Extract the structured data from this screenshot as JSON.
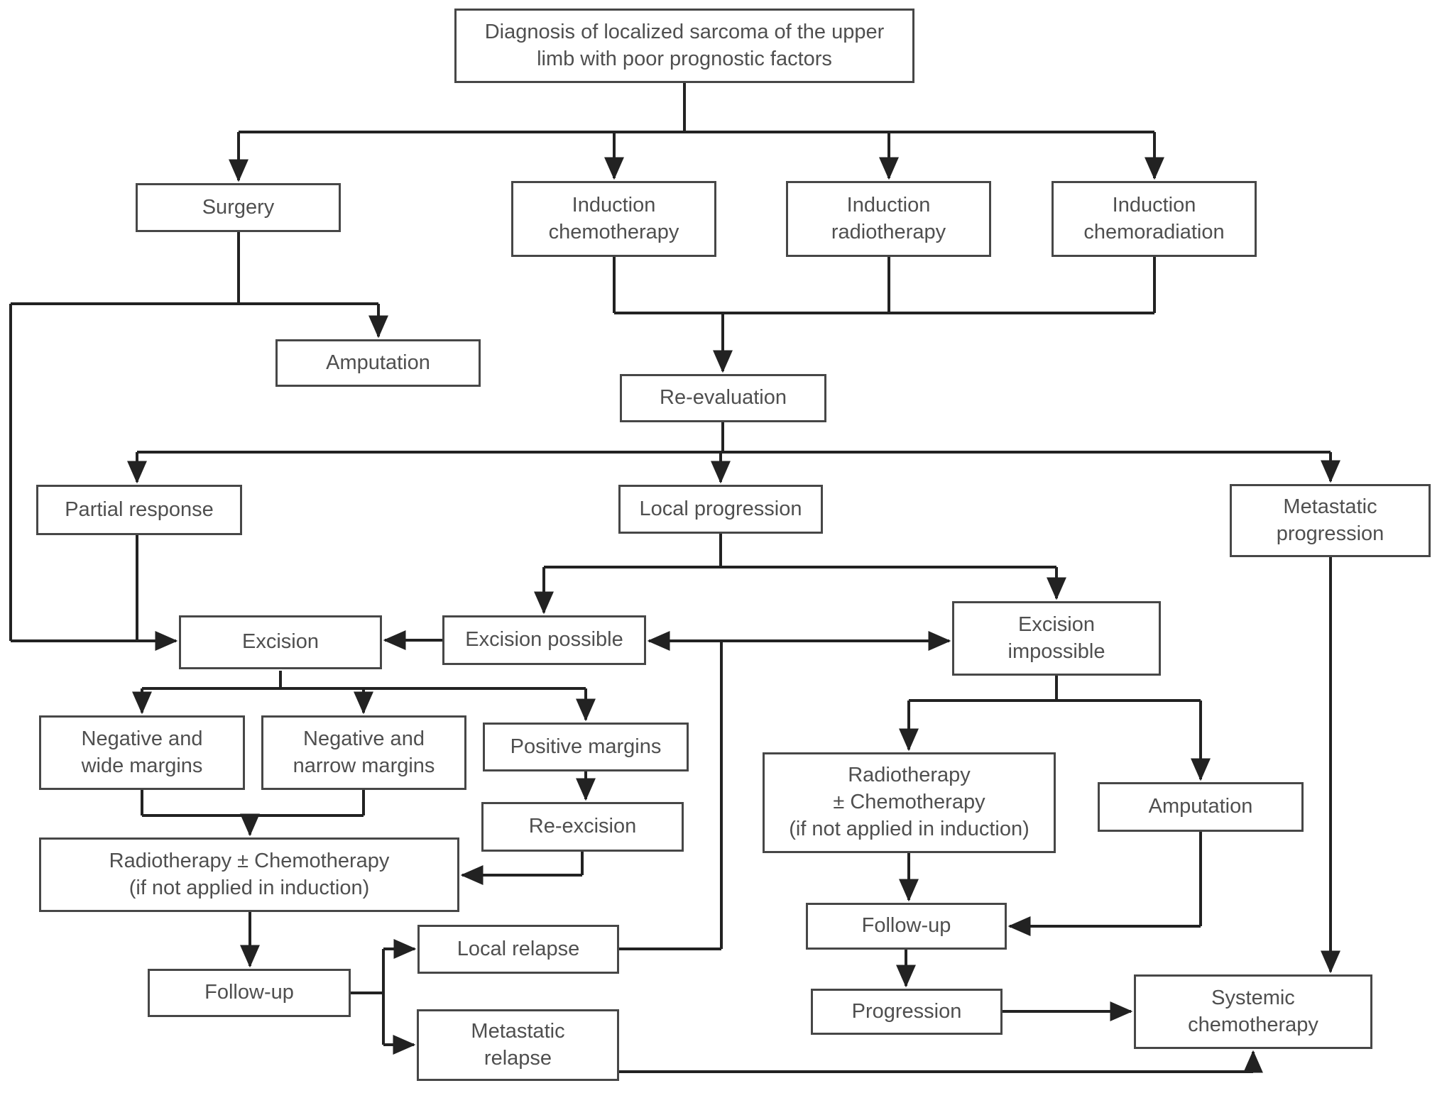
{
  "colors": {
    "line": "#222222",
    "box_border": "#474747",
    "text": "#4f4f4f",
    "bg": "#ffffff"
  },
  "nodes": {
    "diagnosis": {
      "label": [
        "Diagnosis of localized sarcoma of the upper",
        "limb with poor prognostic factors"
      ]
    },
    "surgery": {
      "label": "Surgery"
    },
    "induction_chemotherapy": {
      "label": [
        "Induction",
        "chemotherapy"
      ]
    },
    "induction_radiotherapy": {
      "label": [
        "Induction",
        "radiotherapy"
      ]
    },
    "induction_chemoradiation": {
      "label": [
        "Induction",
        "chemoradiation"
      ]
    },
    "amputation_primary": {
      "label": "Amputation"
    },
    "re_evaluation": {
      "label": "Re-evaluation"
    },
    "partial_response": {
      "label": "Partial response"
    },
    "local_progression": {
      "label": "Local progression"
    },
    "metastatic_progression": {
      "label": [
        "Metastatic",
        "progression"
      ]
    },
    "excision": {
      "label": "Excision"
    },
    "excision_possible": {
      "label": "Excision possible"
    },
    "excision_impossible": {
      "label": [
        "Excision",
        "impossible"
      ]
    },
    "negative_wide_margins": {
      "label": [
        "Negative and",
        "wide margins"
      ]
    },
    "negative_narrow_margins": {
      "label": [
        "Negative and",
        "narrow margins"
      ]
    },
    "positive_margins": {
      "label": "Positive margins"
    },
    "re_excision": {
      "label": "Re-excision"
    },
    "radiotherapy_chemotherapy_left": {
      "label": [
        "Radiotherapy ± Chemotherapy",
        "(if not applied in induction)"
      ]
    },
    "follow_up_left": {
      "label": "Follow-up"
    },
    "local_relapse": {
      "label": "Local relapse"
    },
    "metastatic_relapse": {
      "label": [
        "Metastatic",
        "relapse"
      ]
    },
    "radiotherapy_chemotherapy_right": {
      "label": [
        "Radiotherapy",
        "± Chemotherapy",
        "(if not applied in induction)"
      ]
    },
    "amputation_secondary": {
      "label": "Amputation"
    },
    "follow_up_right": {
      "label": "Follow-up"
    },
    "progression": {
      "label": "Progression"
    },
    "systemic_chemotherapy": {
      "label": [
        "Systemic",
        "chemotherapy"
      ]
    }
  },
  "edges": [
    {
      "from": "diagnosis",
      "to": "surgery"
    },
    {
      "from": "diagnosis",
      "to": "induction_chemotherapy"
    },
    {
      "from": "diagnosis",
      "to": "induction_radiotherapy"
    },
    {
      "from": "diagnosis",
      "to": "induction_chemoradiation"
    },
    {
      "from": "surgery",
      "to": "amputation_primary"
    },
    {
      "from": "surgery",
      "to": "excision"
    },
    {
      "from": "induction_chemotherapy",
      "to": "re_evaluation"
    },
    {
      "from": "induction_radiotherapy",
      "to": "re_evaluation"
    },
    {
      "from": "induction_chemoradiation",
      "to": "re_evaluation"
    },
    {
      "from": "re_evaluation",
      "to": "partial_response"
    },
    {
      "from": "re_evaluation",
      "to": "local_progression"
    },
    {
      "from": "re_evaluation",
      "to": "metastatic_progression"
    },
    {
      "from": "partial_response",
      "to": "excision"
    },
    {
      "from": "local_progression",
      "to": "excision_possible"
    },
    {
      "from": "local_progression",
      "to": "excision_impossible"
    },
    {
      "from": "excision_possible",
      "to": "excision"
    },
    {
      "from": "excision",
      "to": "negative_wide_margins"
    },
    {
      "from": "excision",
      "to": "negative_narrow_margins"
    },
    {
      "from": "excision",
      "to": "positive_margins"
    },
    {
      "from": "negative_wide_margins",
      "to": "radiotherapy_chemotherapy_left"
    },
    {
      "from": "negative_narrow_margins",
      "to": "radiotherapy_chemotherapy_left"
    },
    {
      "from": "positive_margins",
      "to": "re_excision"
    },
    {
      "from": "re_excision",
      "to": "radiotherapy_chemotherapy_left"
    },
    {
      "from": "radiotherapy_chemotherapy_left",
      "to": "follow_up_left"
    },
    {
      "from": "follow_up_left",
      "to": "local_relapse"
    },
    {
      "from": "follow_up_left",
      "to": "metastatic_relapse"
    },
    {
      "from": "local_relapse",
      "to": "excision_possible"
    },
    {
      "from": "local_relapse",
      "to": "excision_impossible"
    },
    {
      "from": "metastatic_relapse",
      "to": "systemic_chemotherapy"
    },
    {
      "from": "excision_impossible",
      "to": "radiotherapy_chemotherapy_right"
    },
    {
      "from": "excision_impossible",
      "to": "amputation_secondary"
    },
    {
      "from": "radiotherapy_chemotherapy_right",
      "to": "follow_up_right"
    },
    {
      "from": "amputation_secondary",
      "to": "follow_up_right"
    },
    {
      "from": "follow_up_right",
      "to": "progression"
    },
    {
      "from": "progression",
      "to": "systemic_chemotherapy"
    },
    {
      "from": "metastatic_progression",
      "to": "systemic_chemotherapy"
    }
  ]
}
